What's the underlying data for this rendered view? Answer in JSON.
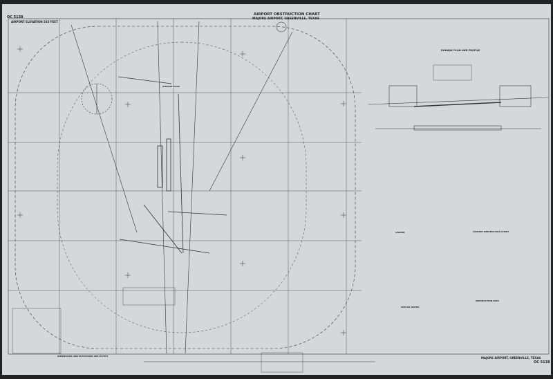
{
  "chart_id": "OC 5138",
  "title": "AIRPORT OBSTRUCTION CHART",
  "subtitle": "MAJORS AIRPORT, GREENVILLE, TEXAS",
  "elevation": "AIRPORT ELEVATION 535 FEET",
  "airport_plan_label": "AIRPORT PLAN",
  "runway_profile_title": "RUNWAY PLAN AND PROFILE",
  "legend_title": "LEGEND",
  "notes_title": "SPECIAL NOTES",
  "description_title": "AIRPORT OBSTRUCTION CHART",
  "obstruction_data_title": "OBSTRUCTION DATA",
  "dimensions_note": "DIMENSIONS AND ELEVATIONS ARE IN FEET",
  "footer_location": "MAJORS AIRPORT, GREENVILLE, TEXAS",
  "footer_id": "OC 5138",
  "colors": {
    "paper": "#d6d7d9",
    "ink": "#2a2a2a",
    "border": "#1c1c1c"
  }
}
